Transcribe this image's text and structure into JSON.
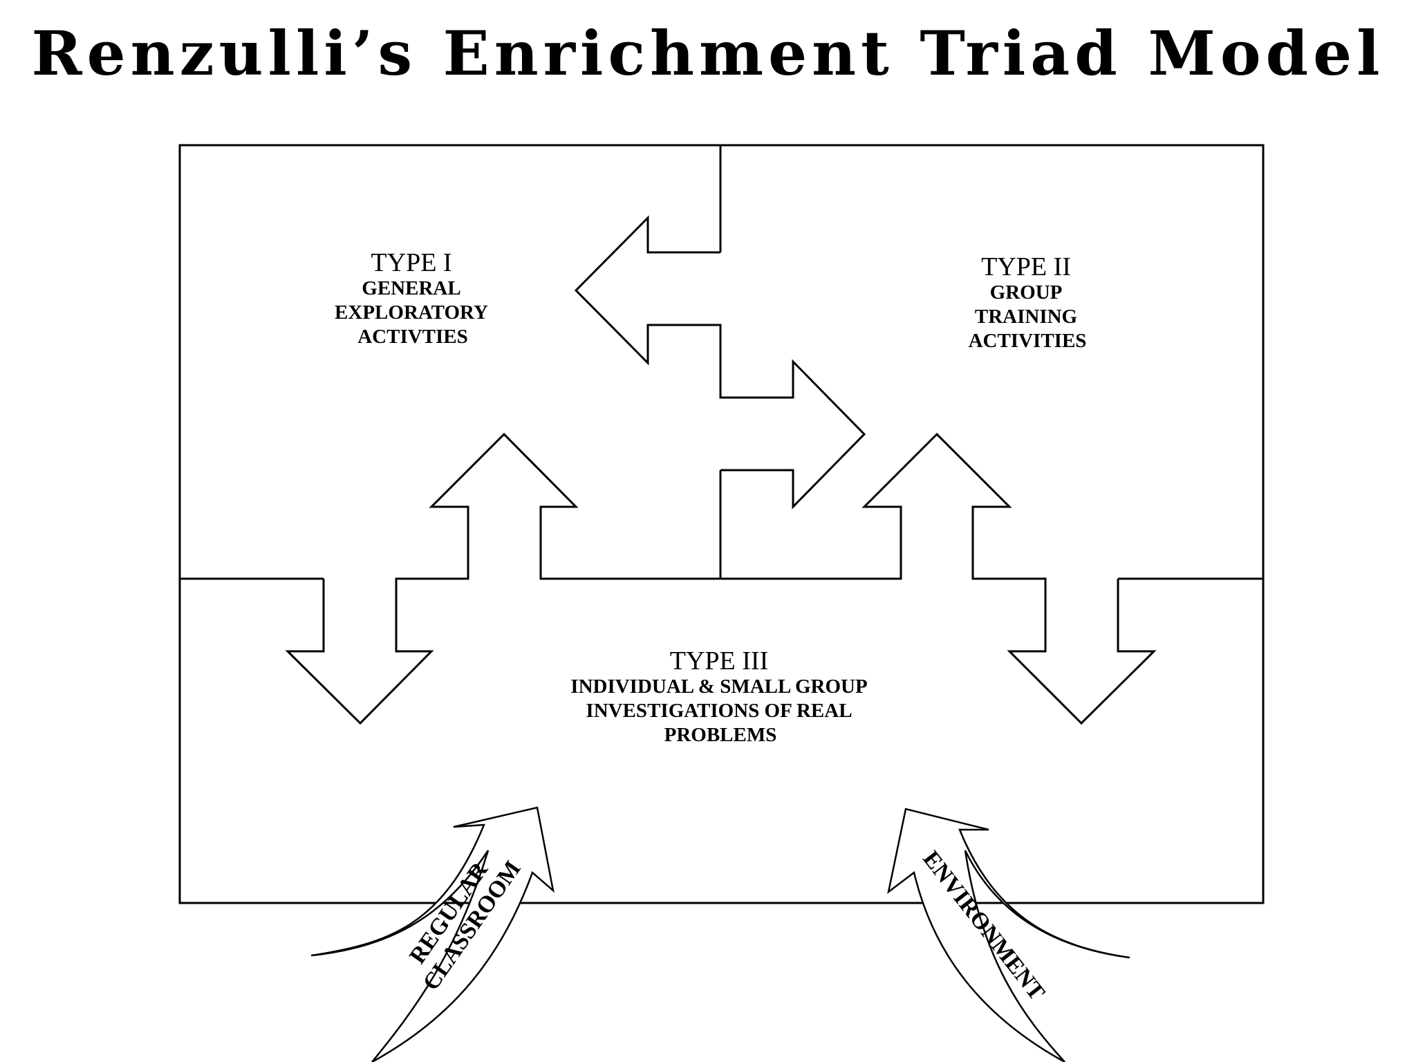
{
  "title": "Renzulli’s Enrichment Triad Model",
  "type_1": {
    "heading": "TYPE I",
    "lines": [
      "GENERAL",
      "EXPLORATORY",
      "ACTIVTIES"
    ]
  },
  "type_2": {
    "heading": "TYPE II",
    "lines": [
      "GROUP",
      "TRAINING",
      "ACTIVITIES"
    ]
  },
  "type_3": {
    "heading": "TYPE III",
    "lines": [
      "INDIVIDUAL & SMALL GROUP",
      "INVESTIGATIONS OF REAL",
      "PROBLEMS"
    ]
  },
  "inputs": {
    "regular_classroom": [
      "REGULAR",
      "CLASSROOM"
    ],
    "environment": "ENVIRONMENT"
  },
  "colors": {
    "line": "#000000",
    "background": "#ffffff"
  }
}
